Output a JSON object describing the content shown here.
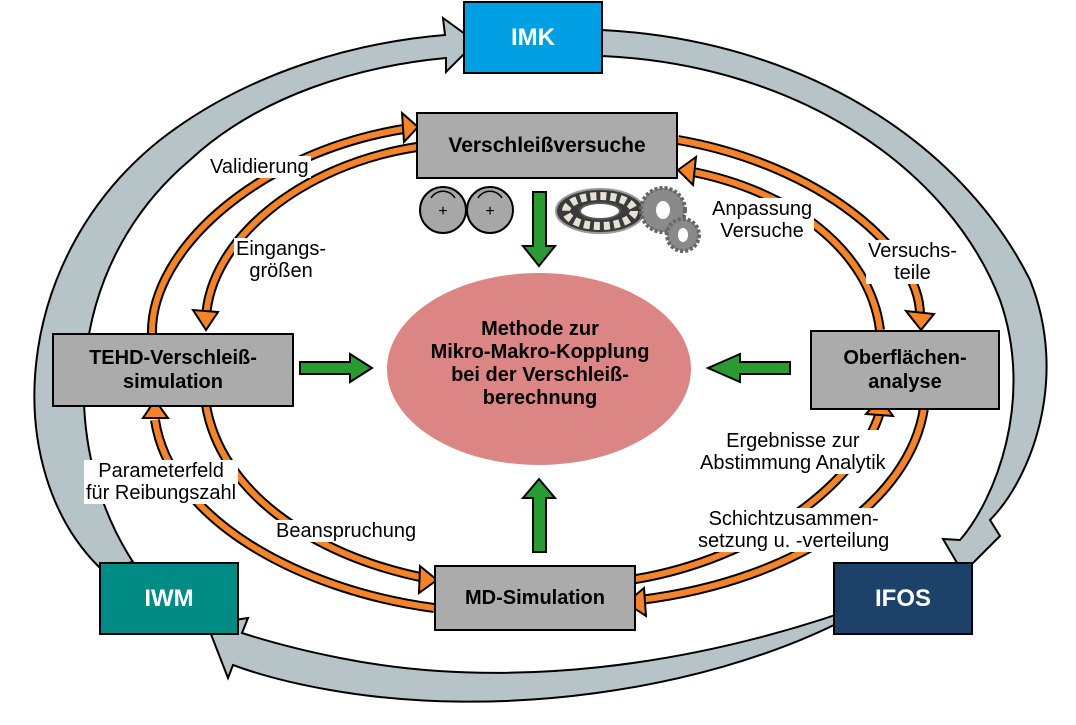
{
  "title": "Methode zur Mikro-Makro-Kopplung bei der Verschleißberechnung",
  "colors": {
    "outer_ring": "#b7c4c7",
    "flow_arrow": "#f5832a",
    "center_arrow": "#2a9a33",
    "process_box": "#ababab",
    "center_ellipse": "#dc8585",
    "IMK": "#009fe3",
    "IWM": "#008b84",
    "IFOS": "#1d4269"
  },
  "institutes": {
    "imk": "IMK",
    "iwm": "IWM",
    "ifos": "IFOS"
  },
  "center": {
    "line1": "Methode zur",
    "line2": "Mikro-Makro-Kopplung",
    "line3": "bei der Verschleiß-",
    "line4": "berechnung"
  },
  "processes": {
    "top": "Verschleißversuche",
    "left": "TEHD-Verschleiß-\nsimulation",
    "right": "Oberflächen-\nanalyse",
    "bottom": "MD-Simulation"
  },
  "test_parts_icons": [
    "twin-disc-icon",
    "thrust-bearing-icon",
    "gear-pair-icon"
  ],
  "flow_labels": {
    "validierung": "Validierung",
    "eingangsgroessen": "Eingangs-\ngrößen",
    "anpassung": "Anpassung\nVersuche",
    "versuchsteile": "Versuchs-\nteile",
    "ergebnisse": "Ergebnisse zur\nAbstimmung Analytik",
    "schicht": "Schichtzusammen-\nsetzung u. -verteilung",
    "parameterfeld": "Parameterfeld\nfür Reibungszahl",
    "beanspruchung": "Beanspruchung"
  }
}
